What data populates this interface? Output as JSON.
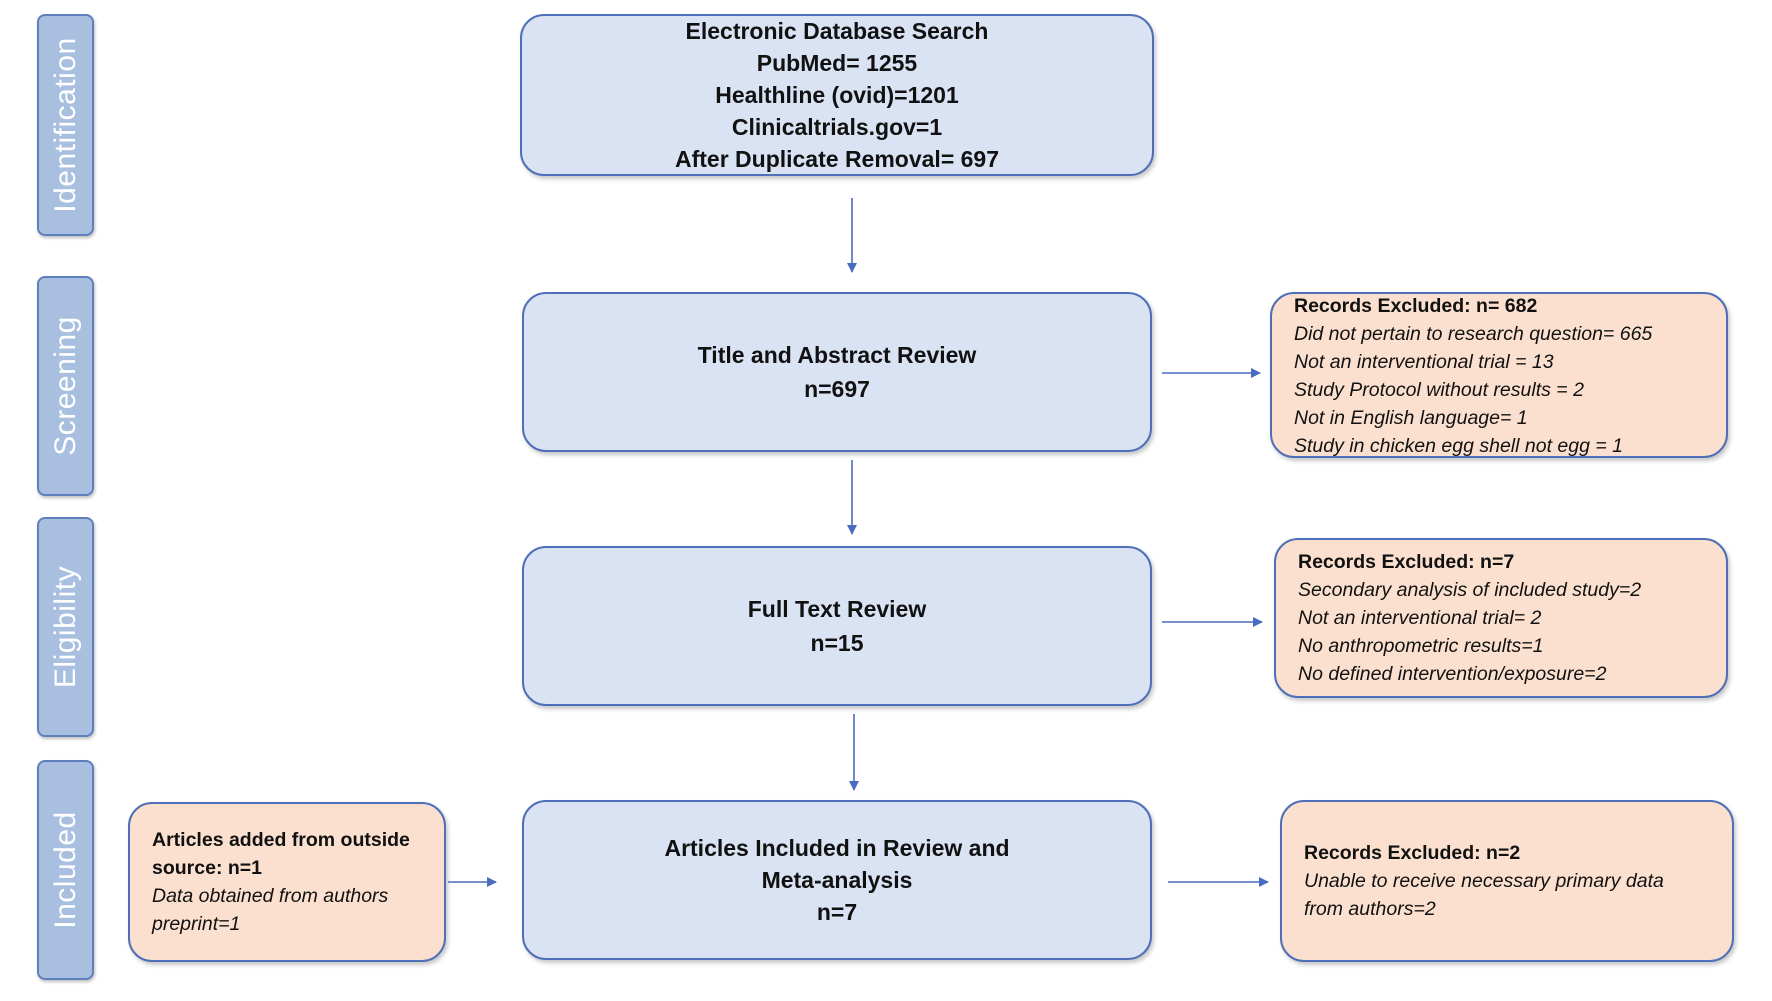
{
  "stages": [
    "Identification",
    "Screening",
    "Eligibility",
    "Included"
  ],
  "identification_box": [
    "Electronic Database Search",
    "PubMed= 1255",
    "Healthline (ovid)=1201",
    "Clinicaltrials.gov=1",
    "After Duplicate Removal= 697"
  ],
  "screening_box": [
    "Title and Abstract Review",
    "n=697"
  ],
  "eligibility_box": [
    "Full Text Review",
    "n=15"
  ],
  "included_box": [
    "Articles Included in Review and",
    "Meta-analysis",
    "n=7"
  ],
  "screening_excluded": {
    "header": "Records Excluded: n= 682",
    "items": [
      "Did not pertain to research question= 665",
      "Not an interventional trial = 13",
      "Study Protocol without results = 2",
      "Not in English language= 1",
      "Study in chicken egg shell not egg = 1"
    ]
  },
  "eligibility_excluded": {
    "header": "Records Excluded: n=7",
    "items": [
      "Secondary analysis of included study=2",
      "Not an interventional trial= 2",
      "No anthropometric results=1",
      "No defined intervention/exposure=2"
    ]
  },
  "outside_source": {
    "header_lines": [
      "Articles added from outside",
      "source: n=1"
    ],
    "items": [
      "Data obtained from authors",
      "preprint=1"
    ]
  },
  "included_excluded": {
    "header": "Records Excluded: n=2",
    "items": [
      "Unable to receive necessary primary data",
      "from authors=2"
    ]
  },
  "colors": {
    "stage_tab": "#a9bfe0",
    "box_blue": "#dae3f3",
    "box_orange": "#fbe0cf",
    "border": "#4f6fb8",
    "arrow": "#4a6cc0"
  }
}
